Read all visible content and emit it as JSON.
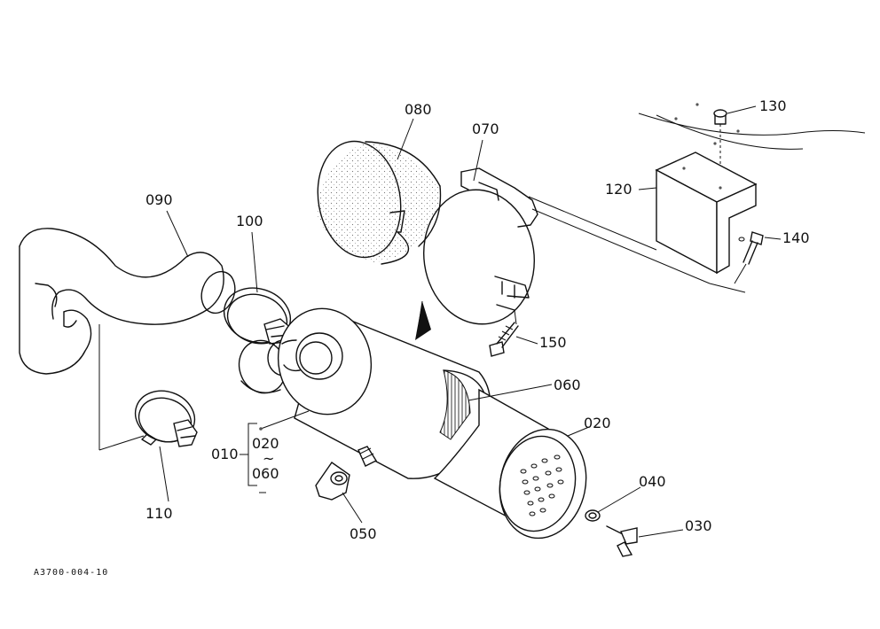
{
  "labels": {
    "p010": "010",
    "p020": "020",
    "p020b": "020",
    "tilde": "~",
    "p030": "030",
    "p040": "040",
    "p050": "050",
    "p060": "060",
    "p060b": "060",
    "p070": "070",
    "p080": "080",
    "p090": "090",
    "p100": "100",
    "p110": "110",
    "p120": "120",
    "p130": "130",
    "p140": "140",
    "p150": "150"
  },
  "diagram_code": "A3700-004-10"
}
